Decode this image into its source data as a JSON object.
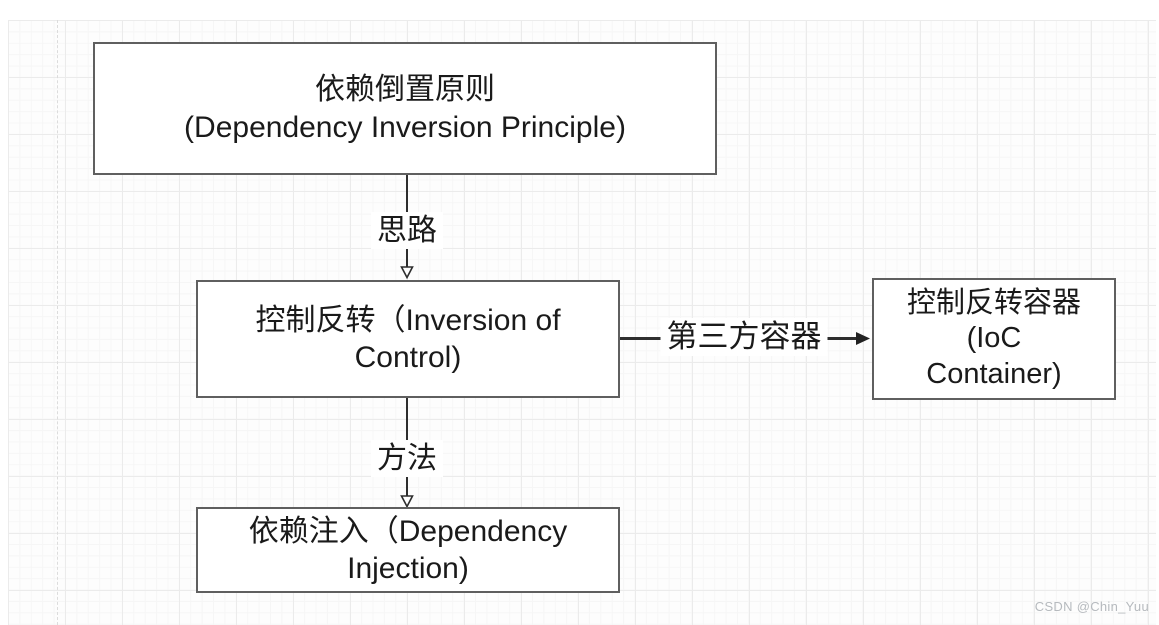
{
  "diagram": {
    "nodes": {
      "dip": {
        "id": "dependency-inversion-principle",
        "label": "依赖倒置原则\n(Dependency Inversion Principle)"
      },
      "ioc": {
        "id": "inversion-of-control",
        "label": "控制反转（Inversion of\nControl)"
      },
      "ioc_container": {
        "id": "ioc-container",
        "label": "控制反转容器\n(IoC\nContainer)"
      },
      "di": {
        "id": "dependency-injection",
        "label": "依赖注入（Dependency\nInjection)"
      }
    },
    "edges": {
      "dip_to_ioc": {
        "label": "思路",
        "from": "dip",
        "to": "ioc",
        "direction": "down"
      },
      "ioc_to_di": {
        "label": "方法",
        "from": "ioc",
        "to": "di",
        "direction": "down"
      },
      "ioc_to_container": {
        "label": "第三方容器",
        "from": "ioc",
        "to": "ioc_container",
        "direction": "right"
      }
    }
  },
  "watermark": {
    "text": "CSDN @Chin_Yuu"
  },
  "colors": {
    "background": "#ffffff",
    "box_border": "#5f5f5f",
    "text": "#1a1a1a",
    "line": "#2e2e2e",
    "grid_minor": "#f6f6f6",
    "grid_major": "#ebebeb",
    "watermark": "#b6babe"
  }
}
